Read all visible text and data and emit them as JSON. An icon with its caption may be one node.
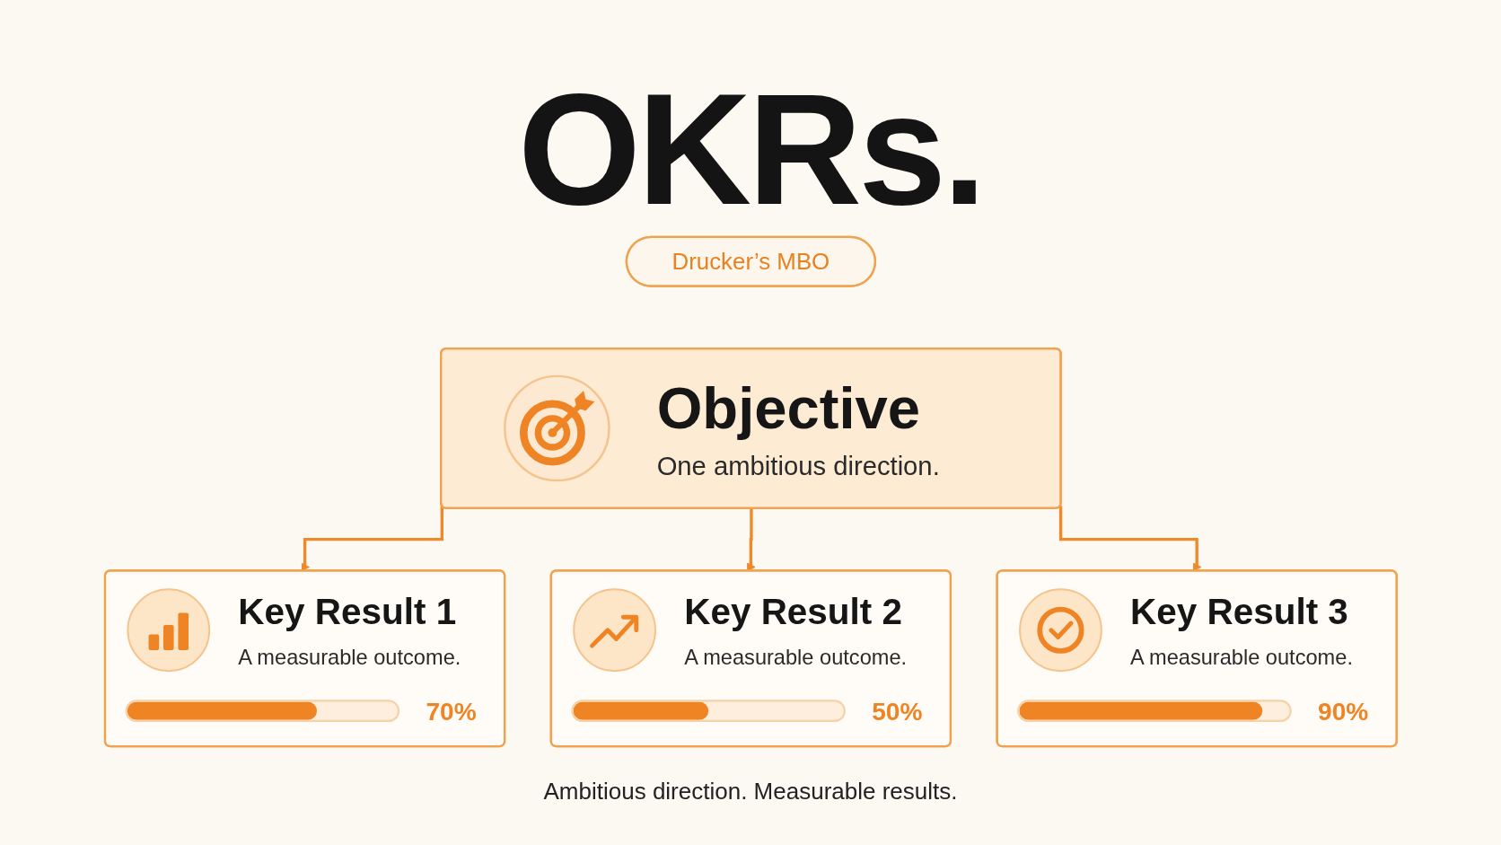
{
  "diagram": {
    "title": "OKRs.",
    "nodes": [
      {
        "text": [
          "Drucker’s MBO"
        ]
      },
      {
        "text": [
          "Objective",
          "One ambitious direction."
        ]
      },
      {
        "text": [
          "Key Result 1",
          "A measurable outcome.",
          "70%"
        ]
      },
      {
        "text": [
          "Key Result 2",
          "A measurable outcome.",
          "50%"
        ]
      },
      {
        "text": [
          "Key Result 3",
          "A measurable outcome.",
          "90%"
        ]
      }
    ],
    "edges": [
      {
        "from": 1,
        "to": 2,
        "arrow": "to"
      },
      {
        "from": 1,
        "to": 3,
        "arrow": "to"
      },
      {
        "from": 1,
        "to": 4,
        "arrow": "to"
      }
    ],
    "caption": "Ambitious direction. Measurable results."
  }
}
